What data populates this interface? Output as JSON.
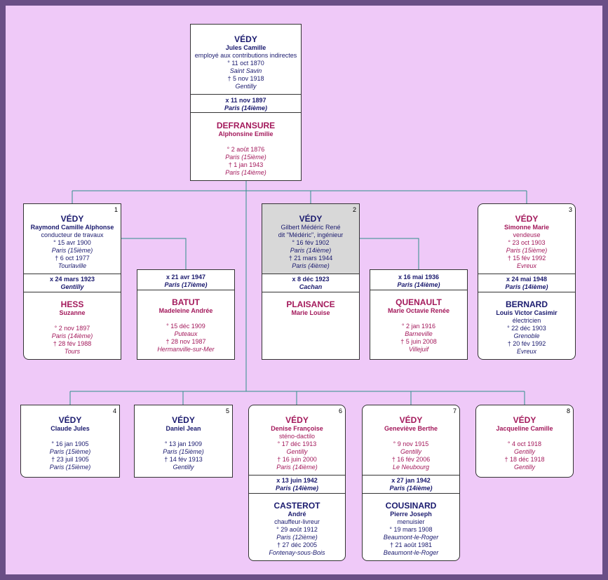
{
  "colors": {
    "border": "#6a4f86",
    "background": "#efc9f8",
    "male": "#1a1a6e",
    "female": "#a3195b",
    "line": "#2f8f8a"
  },
  "root": {
    "surname": "VÉDY",
    "given": "Jules Camille",
    "occupation": "employé aux contributions indirectes",
    "birth": "° 11 oct 1870",
    "birth_place": "Saint Savin",
    "death": "† 5 nov 1918",
    "death_place": "Gentilly",
    "marriage": "x 11 nov 1897",
    "marriage_place": "Paris (14ième)",
    "spouse": {
      "surname": "DEFRANSURE",
      "given": "Alphonsine Emilie",
      "birth": "° 2 août 1876",
      "birth_place": "Paris (15ième)",
      "death": "† 1 jan 1943",
      "death_place": "Paris (14ième)"
    }
  },
  "children_row1": [
    {
      "num": "1",
      "surname": "VÉDY",
      "given": "Raymond Camille Alphonse",
      "occupation": "conducteur de travaux",
      "birth": "° 15 avr 1900",
      "birth_place": "Paris (15ième)",
      "death": "† 6 oct 1977",
      "death_place": "Tourlaville",
      "marriage": "x 24 mars 1923",
      "marriage_place": "Gentilly",
      "spouse": {
        "surname": "HESS",
        "given": "Suzanne",
        "birth": "° 2 nov 1897",
        "birth_place": "Paris (14ième)",
        "death": "† 28 fév 1988",
        "death_place": "Tours"
      },
      "marriage2": "x 21 avr 1947",
      "marriage2_place": "Paris (17ième)",
      "spouse2": {
        "surname": "BATUT",
        "given": "Madeleine Andrée",
        "birth": "° 15 déc 1909",
        "birth_place": "Puteaux",
        "death": "† 28 nov 1987",
        "death_place": "Hermanville-sur-Mer"
      }
    },
    {
      "num": "2",
      "surname": "VÉDY",
      "given": "Gilbert Médéric René",
      "alias": "dit \"Médéric\", ingénieur",
      "birth": "° 16 fév 1902",
      "birth_place": "Paris (14ième)",
      "death": "† 21 mars 1944",
      "death_place": "Paris (4ième)",
      "marriage": "x 8 déc 1923",
      "marriage_place": "Cachan",
      "spouse": {
        "surname": "PLAISANCE",
        "given": "Marie Louise"
      },
      "marriage2": "x 16 mai 1936",
      "marriage2_place": "Paris (14ième)",
      "spouse2": {
        "surname": "QUENAULT",
        "given": "Marie Octavie Renée",
        "birth": "° 2 jan 1916",
        "birth_place": "Barneville",
        "death": "† 5 juin 2008",
        "death_place": "Villejuif"
      }
    },
    {
      "num": "3",
      "surname": "VÉDY",
      "given": "Simonne Marie",
      "occupation": "vendeuse",
      "birth": "° 23 oct 1903",
      "birth_place": "Paris (15ième)",
      "death": "† 15 fév 1992",
      "death_place": "Evreux",
      "marriage": "x 24 mai 1948",
      "marriage_place": "Paris (14ième)",
      "spouse": {
        "surname": "BERNARD",
        "given": "Louis Victor Casimir",
        "occupation": "électricien",
        "birth": "° 22 déc 1903",
        "birth_place": "Grenoble",
        "death": "† 20 fév 1992",
        "death_place": "Evreux"
      }
    }
  ],
  "children_row2": [
    {
      "num": "4",
      "surname": "VÉDY",
      "given": "Claude Jules",
      "birth": "° 16 jan 1905",
      "birth_place": "Paris (15ième)",
      "death": "† 23 juil 1905",
      "death_place": "Paris (15ième)"
    },
    {
      "num": "5",
      "surname": "VÉDY",
      "given": "Daniel Jean",
      "birth": "° 13 jan 1909",
      "birth_place": "Paris (15ième)",
      "death": "† 14 fév 1913",
      "death_place": "Gentilly"
    },
    {
      "num": "6",
      "surname": "VÉDY",
      "given": "Denise Françoise",
      "occupation": "sténo-dactilo",
      "birth": "° 17 déc 1913",
      "birth_place": "Gentilly",
      "death": "† 16 juin 2000",
      "death_place": "Paris (14ième)",
      "marriage": "x 13 juin 1942",
      "marriage_place": "Paris (14ième)",
      "spouse": {
        "surname": "CASTEROT",
        "given": "André",
        "occupation": "chauffeur-livreur",
        "birth": "° 29 août 1912",
        "birth_place": "Paris (12ième)",
        "death": "† 27 déc 2005",
        "death_place": "Fontenay-sous-Bois"
      }
    },
    {
      "num": "7",
      "surname": "VÉDY",
      "given": "Geneviève Berthe",
      "birth": "° 9 nov 1915",
      "birth_place": "Gentilly",
      "death": "† 16 fév 2006",
      "death_place": "Le Neubourg",
      "marriage": "x 27 jan 1942",
      "marriage_place": "Paris (14ième)",
      "spouse": {
        "surname": "COUSINARD",
        "given": "Pierre Joseph",
        "occupation": "menuisier",
        "birth": "° 19 mars 1908",
        "birth_place": "Beaumont-le-Roger",
        "death": "† 21 août 1981",
        "death_place": "Beaumont-le-Roger"
      }
    },
    {
      "num": "8",
      "surname": "VÉDY",
      "given": "Jacqueline Camille",
      "birth": "° 4 oct 1918",
      "birth_place": "Gentilly",
      "death": "† 18 déc 1918",
      "death_place": "Gentilly"
    }
  ]
}
